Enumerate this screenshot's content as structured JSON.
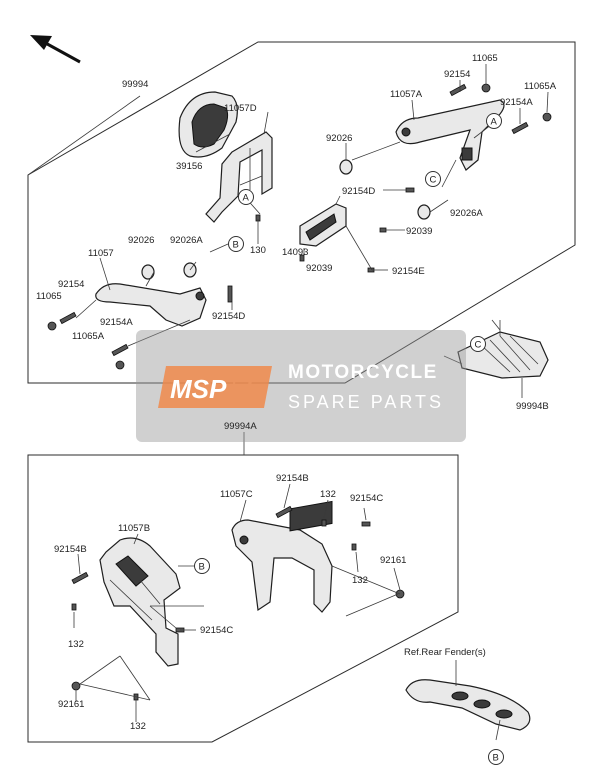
{
  "watermark": {
    "brand": "MSP",
    "line1": "MOTORCYCLE",
    "line2": "SPARE PARTS",
    "logo_color": "#f08a4b"
  },
  "callouts": {
    "A": "A",
    "B": "B",
    "C": "C"
  },
  "parts": {
    "p99994": "99994",
    "p39156": "39156",
    "p11057D": "11057D",
    "p11057A": "11057A",
    "p11065_top": "11065",
    "p92154_top": "92154",
    "p11065A_top": "11065A",
    "p92154A_top": "92154A",
    "p92026_top": "92026",
    "p92154D_top": "92154D",
    "p92026A_top": "92026A",
    "p92039_right": "92039",
    "p130": "130",
    "p14093": "14093",
    "p92039_bottom": "92039",
    "p92154E": "92154E",
    "p11057": "11057",
    "p92026_left": "92026",
    "p92026A_left": "92026A",
    "p92154_left": "92154",
    "p11065_left": "11065",
    "p92154A_left": "92154A",
    "p11065A_left": "11065A",
    "p92154D_left": "92154D",
    "p99994B": "99994B",
    "p99994A": "99994A",
    "p11057C": "11057C",
    "p92154B_top": "92154B",
    "p132_a": "132",
    "p92154C_right": "92154C",
    "p132_b": "132",
    "p92161_right": "92161",
    "p11057B": "11057B",
    "p92154B_left": "92154B",
    "p132_c": "132",
    "p92154C_mid": "92154C",
    "p92161_left": "92161",
    "p132_d": "132",
    "ref_rear_fender": "Ref.Rear Fender(s)"
  }
}
